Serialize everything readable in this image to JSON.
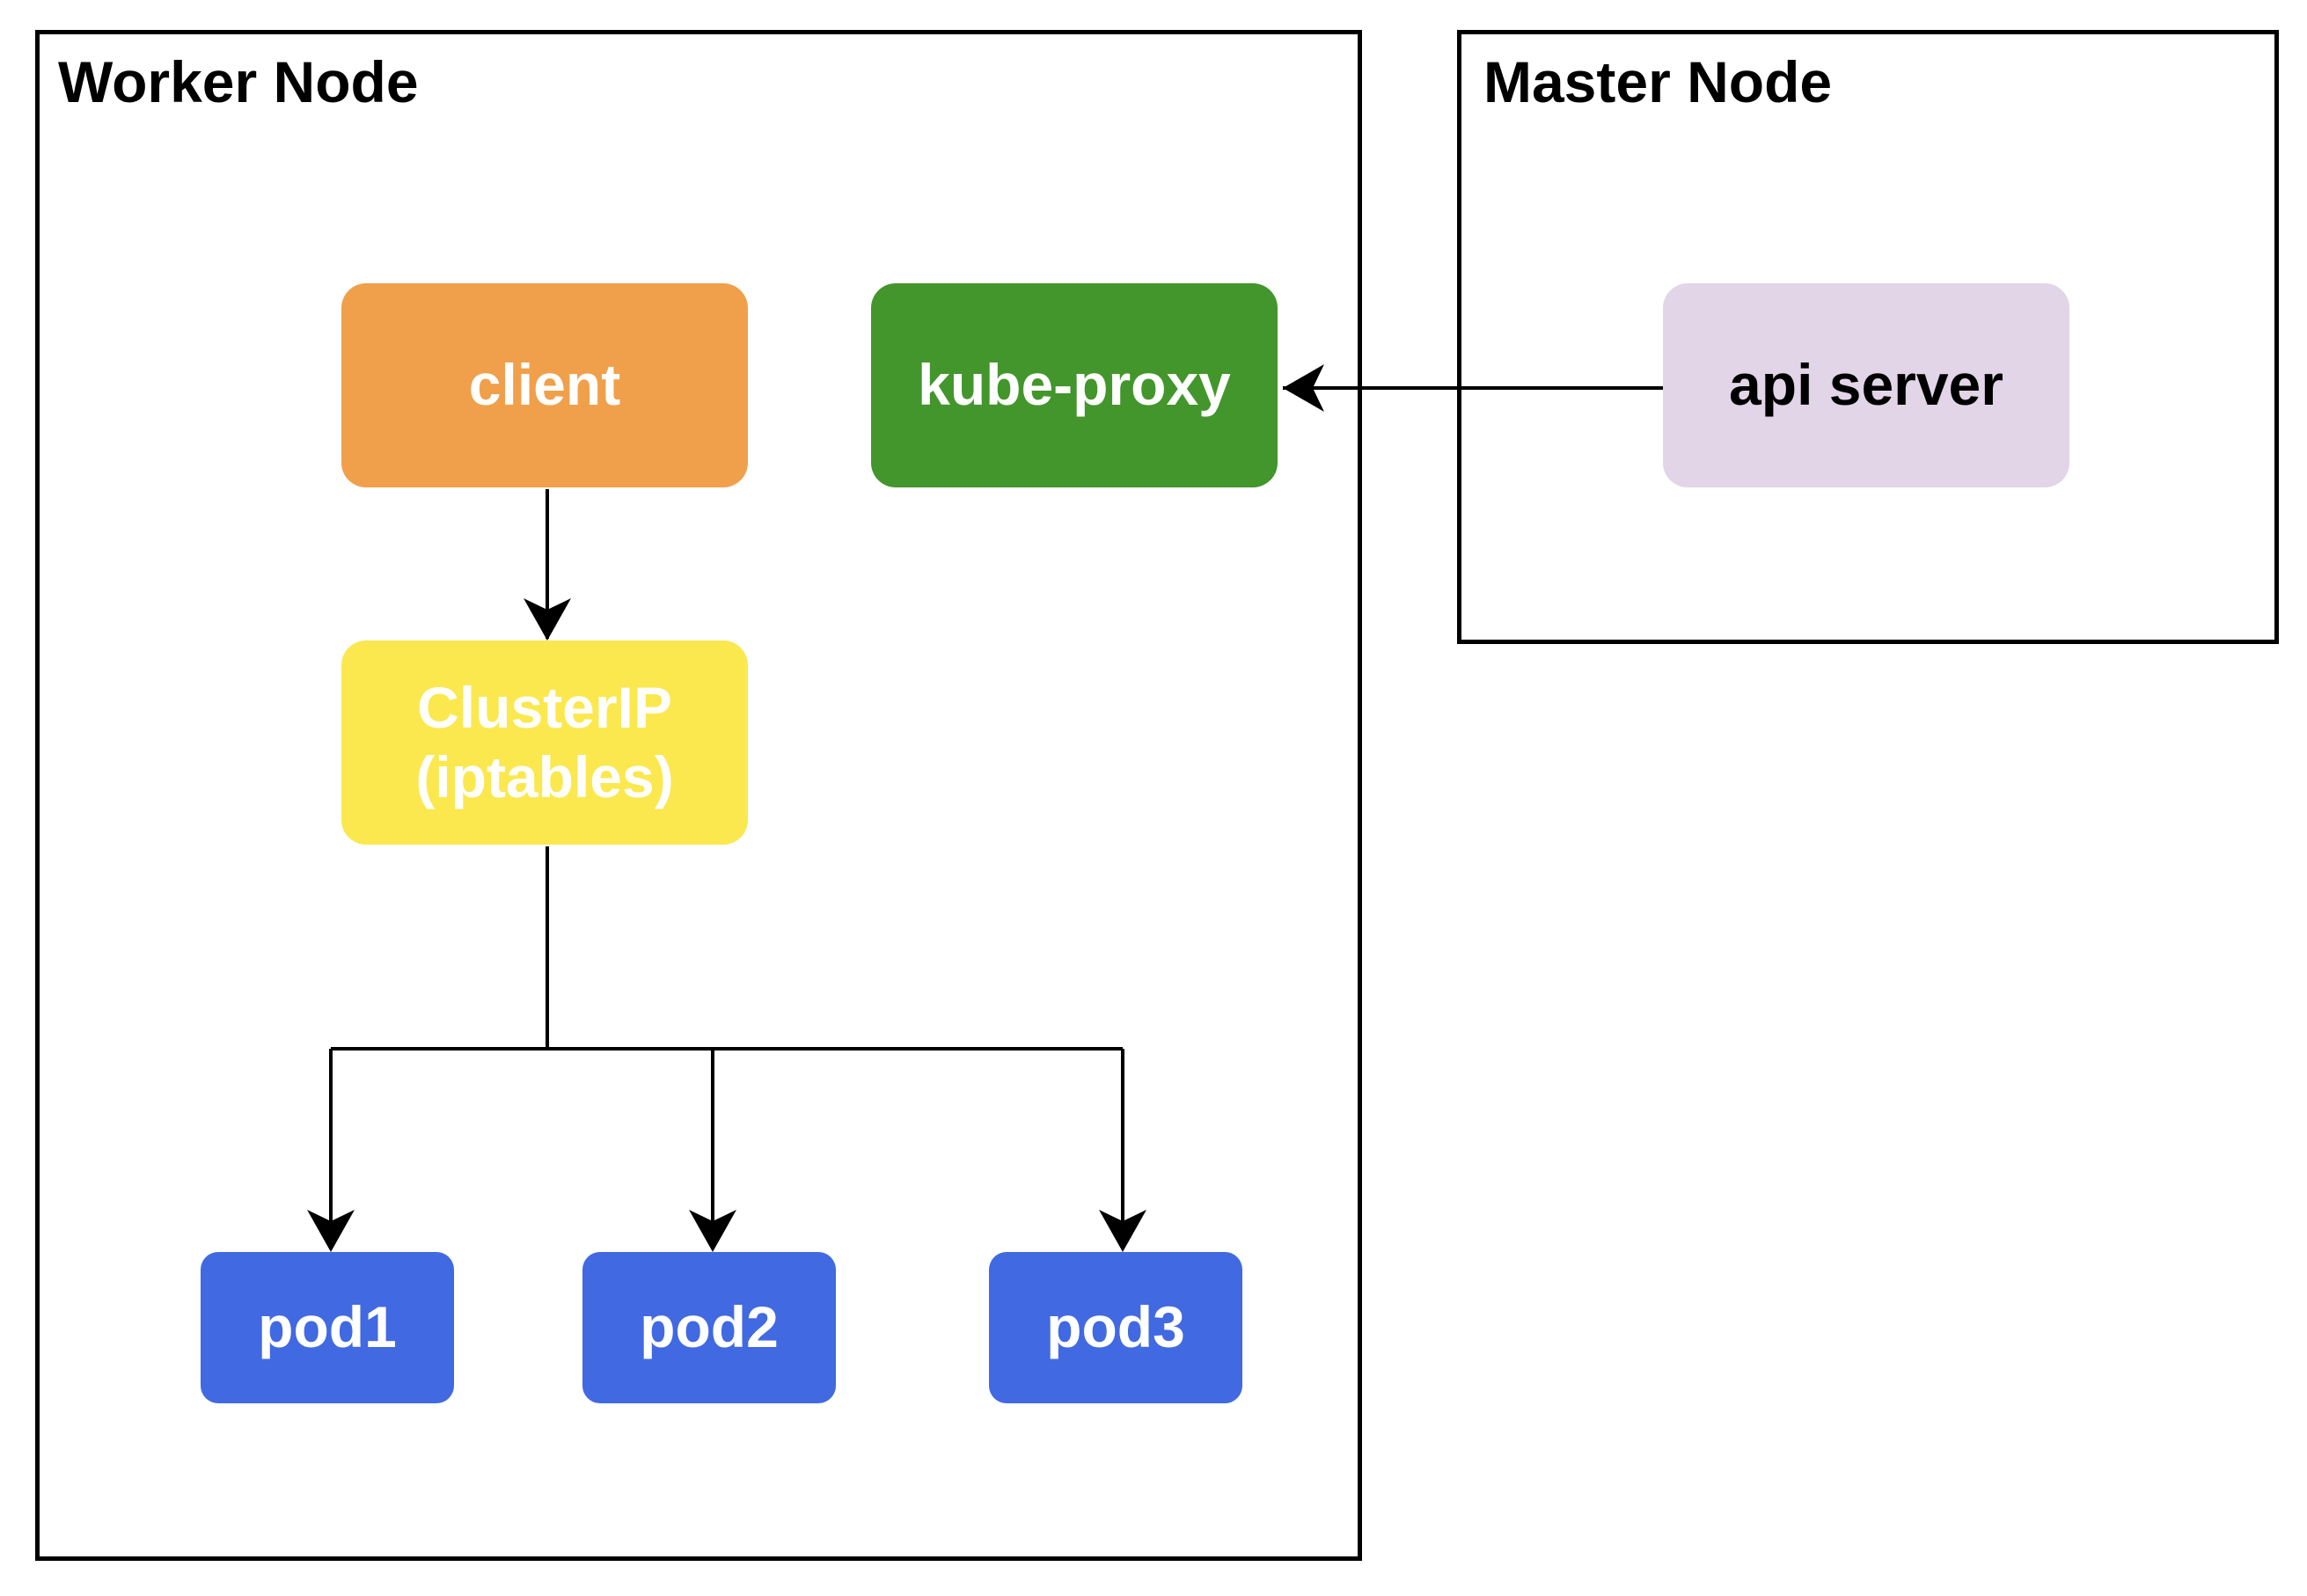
{
  "containers": {
    "worker": {
      "title": "Worker Node"
    },
    "master": {
      "title": "Master Node"
    }
  },
  "nodes": {
    "client": {
      "label": "client",
      "fill": "#F0A04B",
      "text_color": "#FFFFFF"
    },
    "kube_proxy": {
      "label": "kube-proxy",
      "fill": "#43962B",
      "text_color": "#FFFFFF"
    },
    "api_server": {
      "label": "api server",
      "fill": "#E1D5E7",
      "text_color": "#000000"
    },
    "clusterip": {
      "line1": "ClusterIP",
      "line2": "(iptables)",
      "fill": "#FBE84E",
      "text_color": "#FFFFFF"
    },
    "pod1": {
      "label": "pod1",
      "fill": "#4169E1",
      "text_color": "#FFFFFF"
    },
    "pod2": {
      "label": "pod2",
      "fill": "#4169E1",
      "text_color": "#FFFFFF"
    },
    "pod3": {
      "label": "pod3",
      "fill": "#4169E1",
      "text_color": "#FFFFFF"
    }
  },
  "edges": [
    {
      "from": "api server",
      "to": "kube-proxy"
    },
    {
      "from": "client",
      "to": "ClusterIP (iptables)"
    },
    {
      "from": "ClusterIP (iptables)",
      "to": "pod1"
    },
    {
      "from": "ClusterIP (iptables)",
      "to": "pod2"
    },
    {
      "from": "ClusterIP (iptables)",
      "to": "pod3"
    }
  ]
}
